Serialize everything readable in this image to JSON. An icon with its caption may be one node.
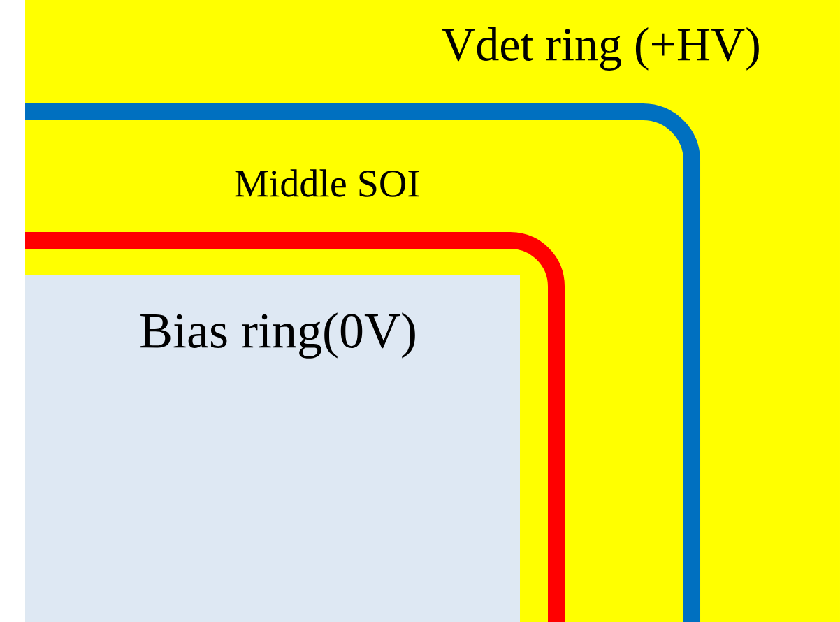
{
  "diagram": {
    "nodes": [
      {
        "text": [
          "Vdet ring (+HV)"
        ]
      },
      {
        "text": [
          "Middle SOI"
        ]
      },
      {
        "text": [
          "Bias ring(0V)"
        ]
      }
    ]
  }
}
